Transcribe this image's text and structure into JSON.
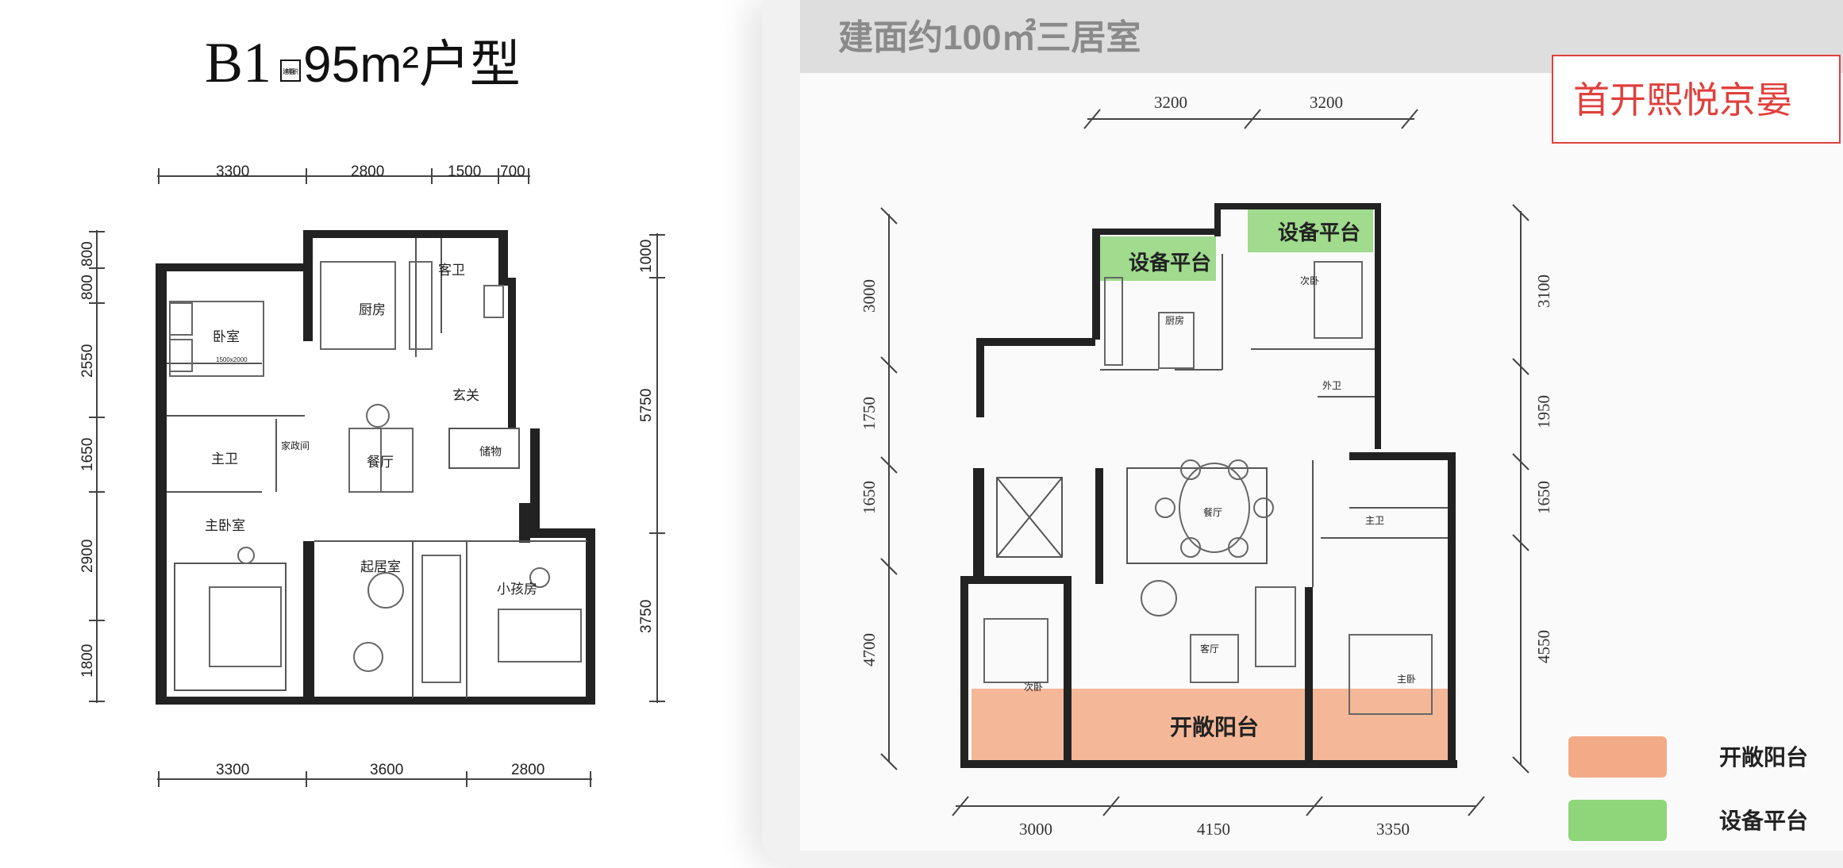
{
  "left_plan": {
    "title_code": "B1",
    "title_badge": "建筑面积",
    "title_area": "95m²户型",
    "top_dims": [
      "3300",
      "2800",
      "1500",
      "700"
    ],
    "bottom_dims": [
      "3300",
      "3600",
      "2800"
    ],
    "left_dims": [
      "800",
      "800",
      "2550",
      "1650",
      "2900",
      "1800"
    ],
    "right_dims": [
      "1000",
      "5750",
      "3750"
    ],
    "rooms": {
      "bedroom": "卧室",
      "bed_size": "1500x2000",
      "kitchen": "厨房",
      "guest_bath": "客卫",
      "entrance": "玄关",
      "dining": "餐厅",
      "storage": "储物",
      "master_bath": "主卫",
      "housework": "家政间",
      "master_bedroom": "主卧室",
      "living": "起居室",
      "kids_room": "小孩房"
    }
  },
  "right_plan": {
    "header": "建面约100㎡三居室",
    "brand": "首开熙悦京晏",
    "top_dims": [
      "3200",
      "3200"
    ],
    "bottom_dims": [
      "3000",
      "4150",
      "3350"
    ],
    "left_dims": [
      "3000",
      "1750",
      "1650",
      "4700"
    ],
    "right_dims": [
      "3100",
      "1950",
      "1650",
      "4550"
    ],
    "zones": {
      "platform_a": "设备平台",
      "platform_b": "设备平台",
      "balcony": "开敞阳台"
    },
    "rooms": {
      "kitchen": "厨房",
      "second_bedroom_top": "次卧",
      "guest_bath": "外卫",
      "dining": "餐厅",
      "master_bath": "主卫",
      "second_bedroom_bottom": "次卧",
      "living": "客厅",
      "master_bedroom": "主卧"
    },
    "legend": [
      {
        "label": "开敞阳台",
        "color": "#f2ab86"
      },
      {
        "label": "设备平台",
        "color": "#8fd57a"
      }
    ]
  }
}
